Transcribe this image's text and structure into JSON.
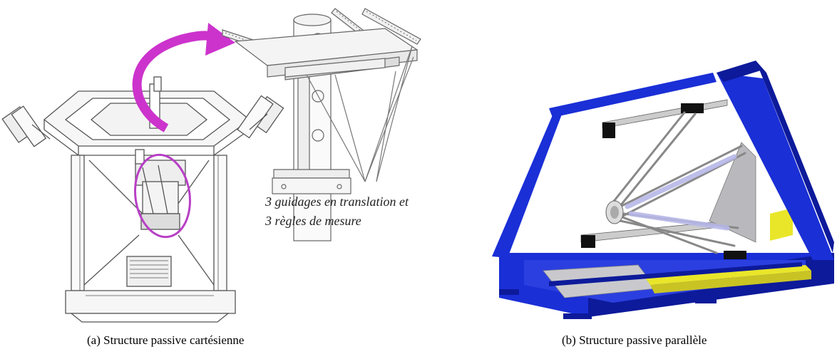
{
  "annotation": {
    "line1": "3 guidages en translation et",
    "line2": "3 règles de mesure"
  },
  "captions": {
    "a": "(a) Structure passive cartésienne",
    "b": "(b) Structure passive parallèle"
  },
  "colors": {
    "arrow": "#cc33cc",
    "highlight_ellipse": "#b83fc6",
    "frame_blue": "#1a2fd6",
    "frame_blue_dark": "#0d1a9a",
    "rail_yellow": "#e9e62a",
    "plate_grey": "#b9b9bd",
    "line_drawing": "#555555"
  }
}
